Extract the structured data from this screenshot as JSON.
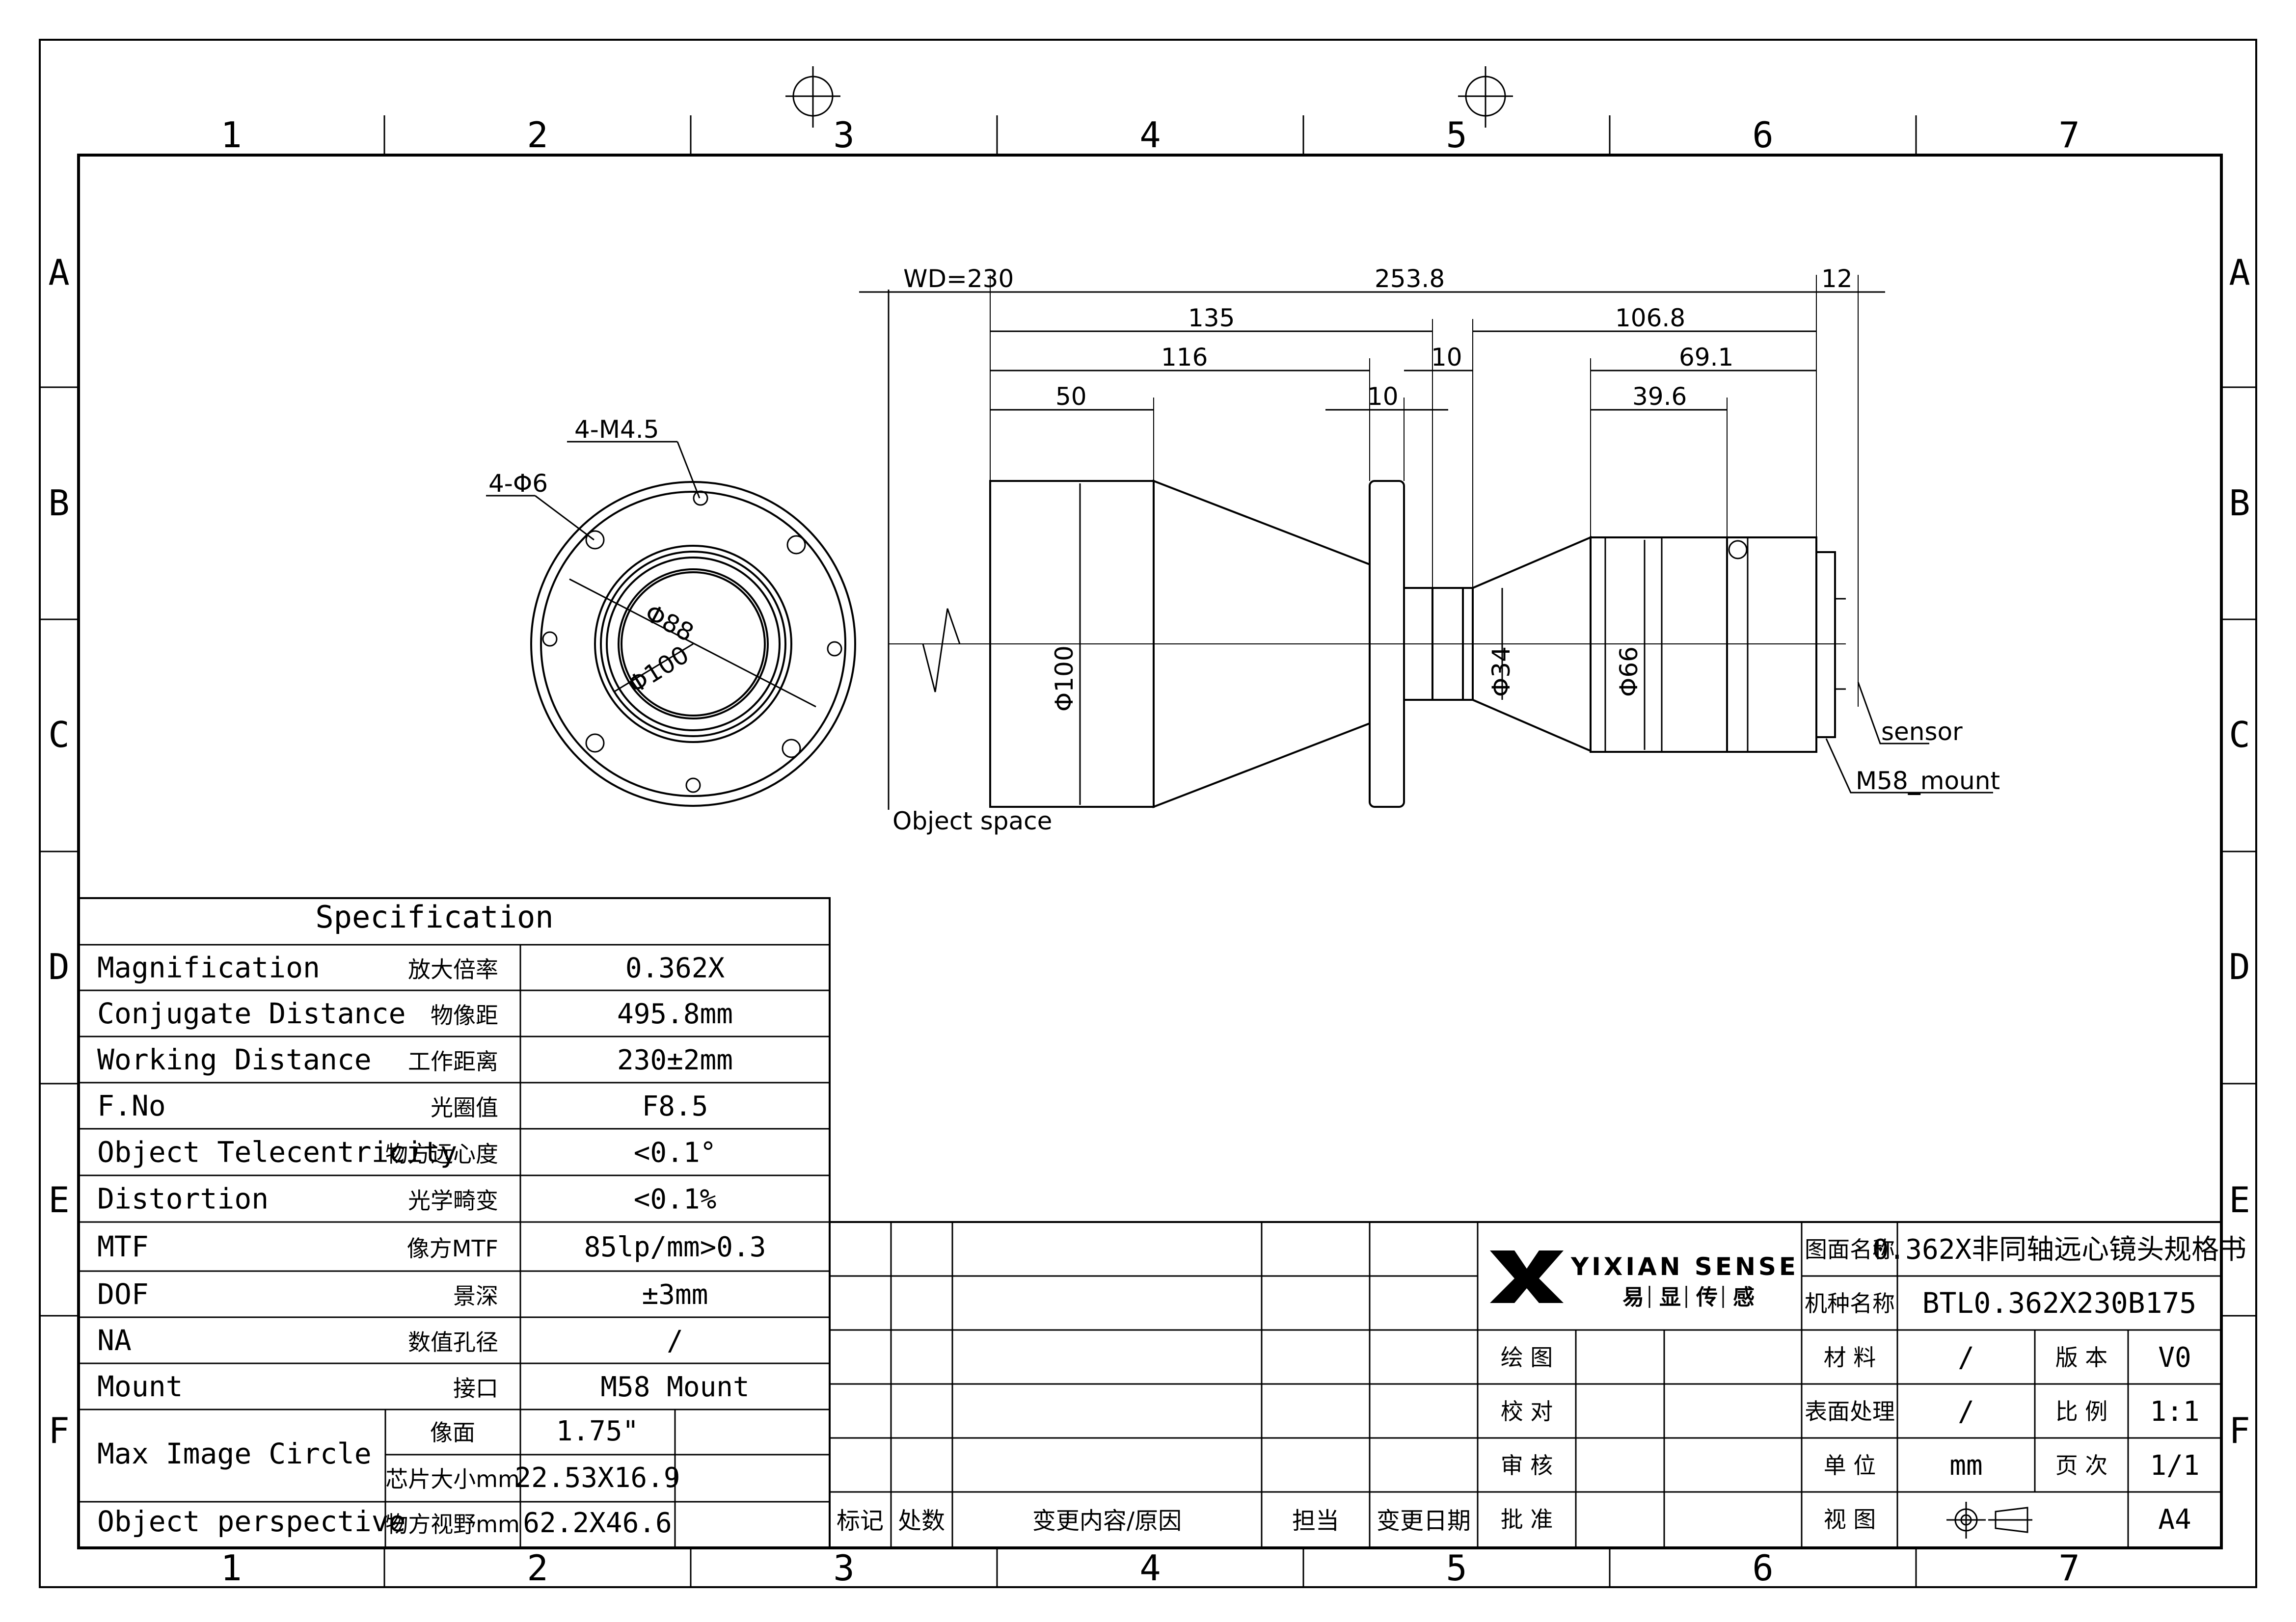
{
  "grid": {
    "columns": [
      "1",
      "2",
      "3",
      "4",
      "5",
      "6",
      "7"
    ],
    "rows": [
      "A",
      "B",
      "C",
      "D",
      "E",
      "F"
    ]
  },
  "front_view": {
    "label_holes_m": "4-M4.5",
    "label_holes_d": "4-Φ6",
    "dia_inner": "Φ88",
    "dia_outer": "Φ100"
  },
  "side_view": {
    "dims": {
      "wd": "WD=230",
      "total": "253.8",
      "rear": "12",
      "d135": "135",
      "d106": "106.8",
      "d116": "116",
      "d10a": "10",
      "d69": "69.1",
      "d50": "50",
      "d10b": "10",
      "d39": "39.6"
    },
    "dia_front": "Φ100",
    "dia_mid": "Φ34",
    "dia_rear": "Φ66",
    "object_space": "Object space",
    "sensor": "sensor",
    "mount": "M58_mount"
  },
  "spec": {
    "title": "Specification",
    "rows": [
      {
        "en": "Magnification",
        "cn": "放大倍率",
        "val": "0.362X"
      },
      {
        "en": "Conjugate Distance",
        "cn": "物像距",
        "val": "495.8mm"
      },
      {
        "en": "Working Distance",
        "cn": "工作距离",
        "val": "230±2mm"
      },
      {
        "en": "F.No",
        "cn": "光圈值",
        "val": "F8.5"
      },
      {
        "en": "Object Telecentricity",
        "cn": "物方远心度",
        "val": "<0.1°"
      },
      {
        "en": "Distortion",
        "cn": "光学畸变",
        "val": "<0.1%"
      },
      {
        "en": "MTF",
        "cn": "像方MTF",
        "val": "85lp/mm>0.3"
      },
      {
        "en": "DOF",
        "cn": "景深",
        "val": "±3mm"
      },
      {
        "en": "NA",
        "cn": "数值孔径",
        "val": "/"
      },
      {
        "en": "Mount",
        "cn": "接口",
        "val": "M58 Mount"
      }
    ],
    "max_image_circle": {
      "en": "Max Image Circle",
      "sub1_label": "像面",
      "sub1_val": "1.75\"",
      "sub2_label": "芯片大小mm",
      "sub2_val": "22.53X16.9"
    },
    "object_perspective": {
      "en": "Object perspective",
      "cn": "物方视野mm",
      "val": "62.2X46.6"
    }
  },
  "title_block": {
    "revision_headers": [
      "标记",
      "处数",
      "变更内容/原因",
      "担当",
      "变更日期"
    ],
    "brand_en": "YIXIAN SENSE",
    "brand_cn": [
      "易",
      "显",
      "传",
      "感"
    ],
    "drawing_name_label": "图面名称",
    "drawing_name": "0.362X非同轴远心镜头规格书",
    "model_label": "机种名称",
    "model": "BTL0.362X230B175",
    "sign_rows": [
      "绘 图",
      "校 对",
      "审 核",
      "批 准"
    ],
    "material_label": "材 料",
    "material": "/",
    "version_label": "版 本",
    "version": "V0",
    "surface_label": "表面处理",
    "surface": "/",
    "scale_label": "比 例",
    "scale": "1:1",
    "unit_label": "单 位",
    "unit": "mm",
    "page_label": "页 次",
    "page": "1/1",
    "view_label": "视 图",
    "paper": "A4"
  }
}
